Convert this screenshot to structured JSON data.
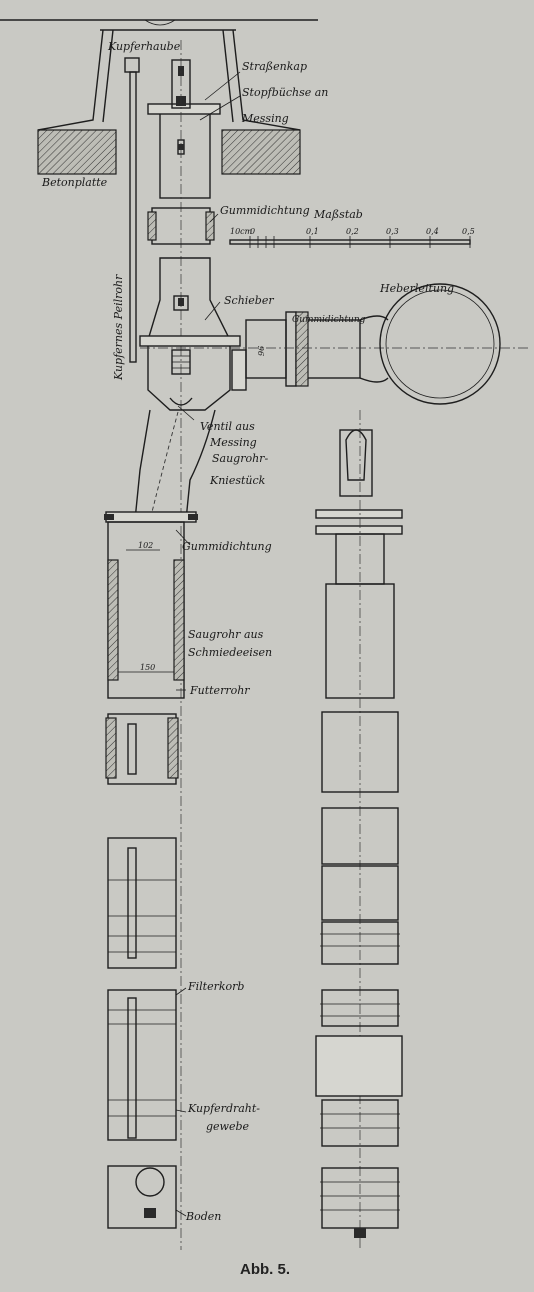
{
  "labels": {
    "kupferhaube": "Kupferhaube",
    "strassenkap": "Straßenkap",
    "stopfbuechse": "Stopfbüchse an",
    "stopfbuechse2": "Messing",
    "betonplatte": "Betonplatte",
    "gummidichtung_top": "Gummidichtung",
    "massstab": "Maßstab",
    "kupfernes_peilrohr": "Kupfernes Peilrohr",
    "schieber": "Schieber",
    "heberleitung": "Heberleitung",
    "gummidichtung_right": "Gummidichtung",
    "ventil": "Ventil aus",
    "ventil2": "Messing",
    "saugrohr_knie": "Saugrohr-",
    "saugrohr_knie2": "Kniestück",
    "gummidichtung_mid": "Gummidichtung",
    "saugrohr": "Saugrohr aus",
    "saugrohr2": "Schmiedeeisen",
    "futterrohr": "Futterrohr",
    "filterkorb": "Filterkorb",
    "kupferdraht": "Kupferdraht-",
    "kupferdraht2": "gewebe",
    "boden": "Boden"
  },
  "scale": {
    "unit_label": "10cm",
    "ticks": [
      "0",
      "0,1",
      "0,2",
      "0,3",
      "0,4",
      "0,5"
    ]
  },
  "dimensions": {
    "d102": "102",
    "d150": "150",
    "d96": "96"
  },
  "caption": "Abb. 5."
}
